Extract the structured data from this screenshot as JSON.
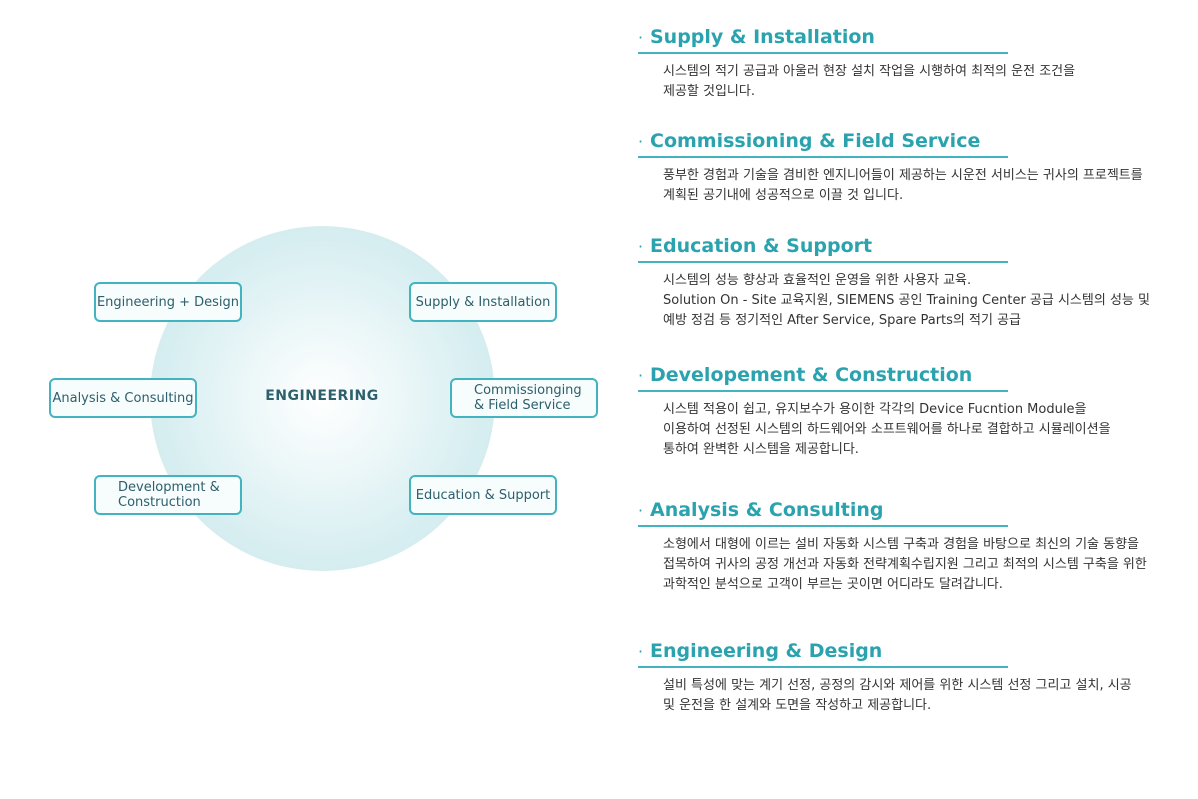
{
  "diagram": {
    "center_label": "ENGINEERING",
    "nodes": [
      {
        "id": "engineering-design",
        "label": "Engineering + Design"
      },
      {
        "id": "supply-installation",
        "label": "Supply & Installation"
      },
      {
        "id": "analysis-consulting",
        "label": "Analysis & Consulting"
      },
      {
        "id": "commissioning-field-service",
        "label": "Commissionging\n& Field Service"
      },
      {
        "id": "development-construction",
        "label": "Development &\nConstruction"
      },
      {
        "id": "education-support",
        "label": "Education & Support"
      }
    ]
  },
  "sections": [
    {
      "title": "Supply & Installation",
      "lines": [
        "시스템의 적기 공급과 아울러 현장 설치 작업을 시행하여 최적의 운전 조건을",
        "제공할 것입니다."
      ]
    },
    {
      "title": "Commissioning & Field Service",
      "lines": [
        "풍부한 경험과 기술을 겸비한 엔지니어들이 제공하는 시운전 서비스는 귀사의 프로젝트를",
        "계획된 공기내에 성공적으로 이끌 것 입니다."
      ]
    },
    {
      "title": "Education & Support",
      "lines": [
        "시스템의 성능 향상과 효율적인 운영을 위한 사용자 교육.",
        "Solution On - Site 교육지원, SIEMENS 공인 Training Center 공급 시스템의 성능 및",
        "예방 정검 등 정기적인 After Service, Spare Parts의 적기 공급"
      ]
    },
    {
      "title": "Developement & Construction",
      "lines": [
        "시스템 적용이 쉽고, 유지보수가 용이한 각각의 Device Fucntion Module을",
        "이용하여 선정된 시스템의 하드웨어와 소프트웨어를 하나로 결합하고 시뮬레이션을",
        "통하여 완벽한 시스템을 제공합니다."
      ]
    },
    {
      "title": "Analysis & Consulting",
      "lines": [
        "소형에서 대형에 이르는 설비 자동화 시스템 구축과 경험을 바탕으로 최신의 기술 동향을",
        "접목하여 귀사의 공정 개선과 자동화 전략계획수립지원 그리고 최적의 시스템 구축을 위한",
        "과학적인 분석으로 고객이 부르는 곳이면 어디라도 달려갑니다."
      ]
    },
    {
      "title": "Engineering & Design",
      "lines": [
        "설비 특성에 맞는 계기 선정, 공정의 감시와 제어를 위한 시스템 선정 그리고 설치, 시공",
        "및 운전을 한 설계와 도면을 작성하고 제공합니다."
      ]
    }
  ],
  "colors": {
    "accent": "#2aa3ae",
    "border": "#43b4bf",
    "node_text": "#2d5f6c",
    "circle": "#d7eef1"
  }
}
